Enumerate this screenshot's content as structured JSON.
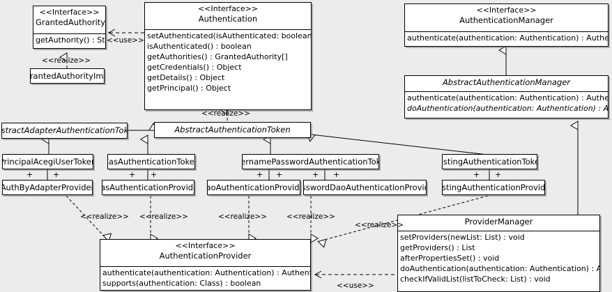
{
  "diagram": {
    "type": "uml-class-diagram",
    "background": "#ececec",
    "line_color": "#000000",
    "box_fill": "#ffffff"
  },
  "classes": {
    "granted_authority": {
      "stereotype": "<<Interface>>",
      "name": "GrantedAuthority",
      "operations": [
        "getAuthority() : String"
      ]
    },
    "granted_authority_impl": {
      "name": "GrantedAuthorityImpl"
    },
    "authentication": {
      "stereotype": "<<Interface>>",
      "name": "Authentication",
      "operations": [
        "setAuthenticated(isAuthenticated: boolean) : void",
        "isAuthenticated() : boolean",
        "getAuthorities() : GrantedAuthority[]",
        "getCredentials() : Object",
        "getDetails() : Object",
        "getPrincipal() : Object"
      ]
    },
    "authentication_manager": {
      "stereotype": "<<Interface>>",
      "name": "AuthenticationManager",
      "operations": [
        "authenticate(authentication: Authentication) : Authentication"
      ]
    },
    "abstract_authentication_manager": {
      "name": "AbstractAuthenticationManager",
      "operations": [
        "authenticate(authentication: Authentication) : Authentication",
        "doAuthentication(authentication: Authentication) : Authentication"
      ]
    },
    "abstract_adapter_authentication_token": {
      "name": "AbstractAdapterAuthenticationToken"
    },
    "abstract_authentication_token": {
      "name": "AbstractAuthenticationToken"
    },
    "principal_acegi_user_token": {
      "name": "PrincipalAcegiUserToken"
    },
    "cas_authentication_token": {
      "name": "CasAuthenticationToken"
    },
    "username_password_authentication_token": {
      "name": "UsernamePasswordAuthenticationToken"
    },
    "testing_authentication_token": {
      "name": "TestingAuthenticationToken"
    },
    "auth_by_adapter_provider": {
      "name": "AuthByAdapterProvider"
    },
    "cas_authentication_provider": {
      "name": "CasAuthenticationProvider"
    },
    "dao_authentication_provider": {
      "name": "DaoAuthenticationProvider"
    },
    "password_dao_authentication_provider": {
      "name": "PasswordDaoAuthenticationProvider"
    },
    "testing_authentication_provider": {
      "name": "TestingAuthenticationProvider"
    },
    "authentication_provider": {
      "stereotype": "<<Interface>>",
      "name": "AuthenticationProvider",
      "operations": [
        "authenticate(authentication: Authentication) : Authentication",
        "supports(authentication: Class) : boolean"
      ]
    },
    "provider_manager": {
      "name": "ProviderManager",
      "operations": [
        "setProviders(newList: List) : void",
        "getProviders() : List",
        "afterPropertiesSet() : void",
        "doAuthentication(authentication: Authentication) : Authentication",
        "checkIfValidList(listToCheck: List) : void"
      ]
    }
  },
  "edge_labels": {
    "use_granted_authority": "<<use>>",
    "realize_granted_authority_impl": "<<realize>>",
    "realize_abstract_authentication_token": "<<realize>>",
    "realize_auth_by_adapter": "<<realize>>",
    "realize_cas_provider": "<<realize>>",
    "realize_dao_provider": "<<realize>>",
    "realize_password_dao_provider": "<<realize>>",
    "realize_testing_provider": "<<realize>>",
    "use_provider_manager": "<<use>>"
  },
  "association_markers": {
    "plus": "+"
  }
}
